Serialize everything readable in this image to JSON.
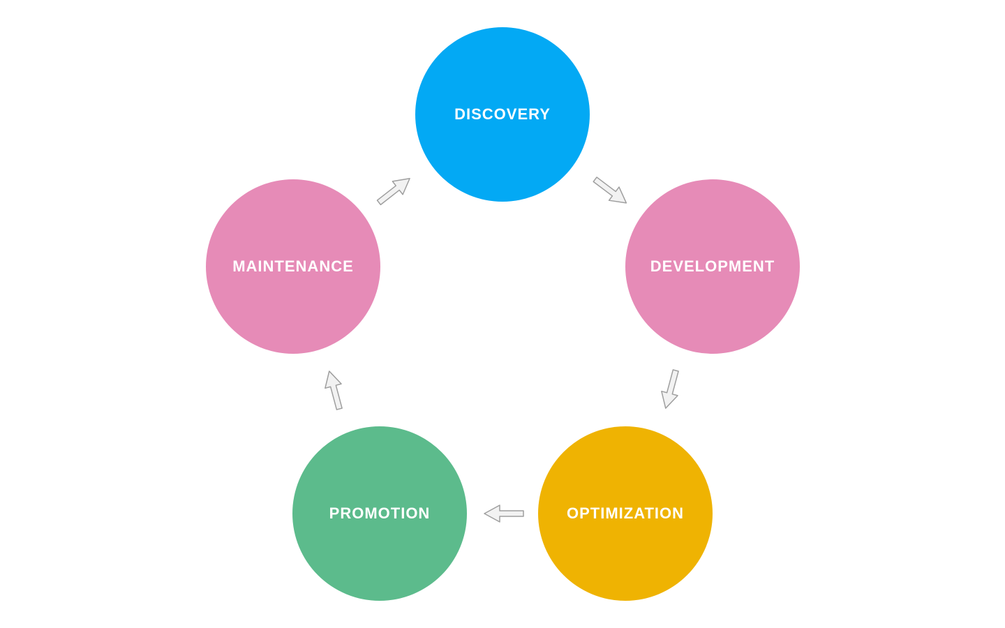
{
  "diagram": {
    "nodes": [
      {
        "id": "discovery",
        "label": "DISCOVERY",
        "color": "#03A9F4"
      },
      {
        "id": "development",
        "label": "DEVELOPMENT",
        "color": "#E68BB7"
      },
      {
        "id": "optimization",
        "label": "OPTIMIZATION",
        "color": "#EFB302"
      },
      {
        "id": "promotion",
        "label": "PROMOTION",
        "color": "#5CBB8C"
      },
      {
        "id": "maintenance",
        "label": "MAINTENANCE",
        "color": "#E68BB7"
      }
    ],
    "arrows": [
      {
        "from": "discovery",
        "to": "development",
        "icon": "arrow-icon"
      },
      {
        "from": "development",
        "to": "optimization",
        "icon": "arrow-icon"
      },
      {
        "from": "optimization",
        "to": "promotion",
        "icon": "arrow-icon"
      },
      {
        "from": "promotion",
        "to": "maintenance",
        "icon": "arrow-icon"
      },
      {
        "from": "maintenance",
        "to": "discovery",
        "icon": "arrow-icon"
      }
    ],
    "arrow_color": "#F2F2F2",
    "arrow_stroke": "#9E9E9E"
  }
}
